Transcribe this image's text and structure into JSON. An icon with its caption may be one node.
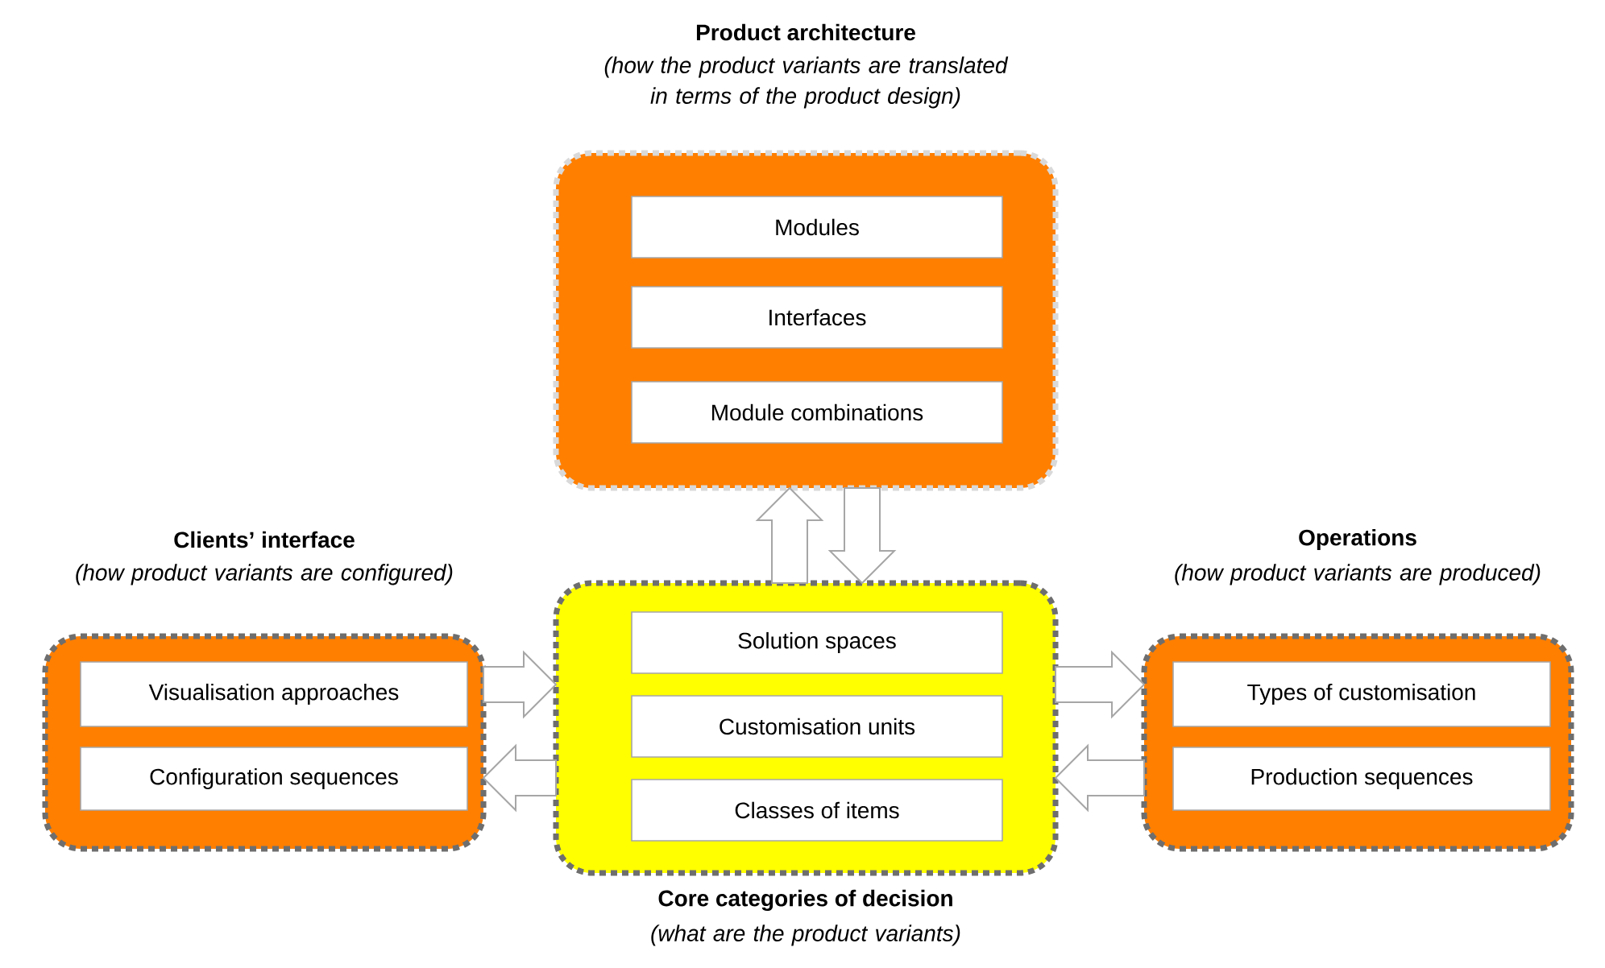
{
  "diagram": {
    "nodes": [
      {
        "text": [
          "Product architecture",
          "(how the product variants are translated in terms of the product design)"
        ]
      },
      {
        "text": [
          "Modules"
        ],
        "in": 0
      },
      {
        "text": [
          "Interfaces"
        ],
        "in": 0
      },
      {
        "text": [
          "Module combinations"
        ],
        "in": 0
      },
      {
        "text": [
          "Clients’ interface",
          "(how product variants are configured)"
        ]
      },
      {
        "text": [
          "Visualisation approaches"
        ],
        "in": 4
      },
      {
        "text": [
          "Configuration sequences"
        ],
        "in": 4
      },
      {
        "text": [
          "Core categories of decision",
          "(what are the product variants)"
        ]
      },
      {
        "text": [
          "Solution spaces"
        ],
        "in": 7
      },
      {
        "text": [
          "Customisation units"
        ],
        "in": 7
      },
      {
        "text": [
          "Classes of items"
        ],
        "in": 7
      },
      {
        "text": [
          "Operations",
          "(how product variants are produced)"
        ]
      },
      {
        "text": [
          "Types of customisation"
        ],
        "in": 11
      },
      {
        "text": [
          "Production sequences"
        ],
        "in": 11
      }
    ],
    "edges": [
      {
        "from": 7,
        "to": 0,
        "arrow": "to"
      },
      {
        "from": 0,
        "to": 7,
        "arrow": "to"
      },
      {
        "from": 4,
        "to": 7,
        "arrow": "to"
      },
      {
        "from": 7,
        "to": 4,
        "arrow": "to"
      },
      {
        "from": 7,
        "to": 11,
        "arrow": "to"
      },
      {
        "from": 11,
        "to": 7,
        "arrow": "to"
      }
    ]
  }
}
